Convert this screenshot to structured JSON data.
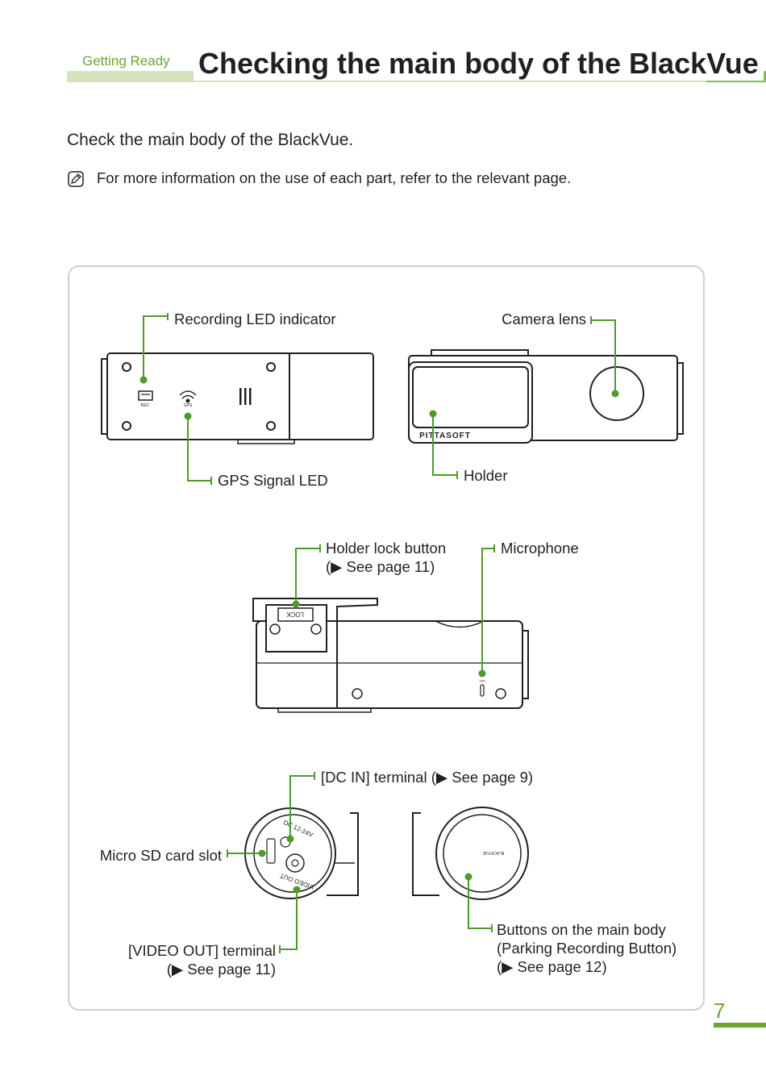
{
  "header": {
    "section": "Getting Ready",
    "title": "Checking the main body of the BlackVue"
  },
  "intro": "Check the main body of the BlackVue.",
  "note": {
    "icon": "note-icon",
    "text": "For more information on the use of each part, refer to the relevant page."
  },
  "diagram": {
    "rear_view": {
      "labels": {
        "recording_led": "Recording LED indicator",
        "gps_led": "GPS Signal LED"
      },
      "device_marks": {
        "rec": "REC",
        "gps": "GPS"
      }
    },
    "front_view": {
      "labels": {
        "camera_lens": "Camera lens",
        "holder": "Holder"
      },
      "device_marks": {
        "brand": "PITTASOFT"
      }
    },
    "side_view": {
      "labels": {
        "holder_lock_line1": "Holder lock button",
        "holder_lock_line2": "(▶ See page 11)",
        "microphone": "Microphone"
      },
      "device_marks": {
        "lock": "LOCK",
        "mic": "MIC"
      }
    },
    "end_views": {
      "labels": {
        "dc_in": "[DC IN] terminal (▶ See page 9)",
        "micro_sd": "Micro SD card slot",
        "video_out_line1": "[VIDEO OUT] terminal",
        "video_out_line2": "(▶ See page 11)",
        "buttons_line1": "Buttons on the main body",
        "buttons_line2": "(Parking Recording Button)",
        "buttons_line3": "(▶ See page 12)"
      },
      "device_marks": {
        "dc": "DC 12-24V",
        "video": "VIDEO OUT",
        "brand": "BLACKVUE"
      }
    }
  },
  "page_number": "7",
  "colors": {
    "accent": "#6aa632",
    "accent_light": "#d5e2bd",
    "leader": "#4e9a2c"
  }
}
